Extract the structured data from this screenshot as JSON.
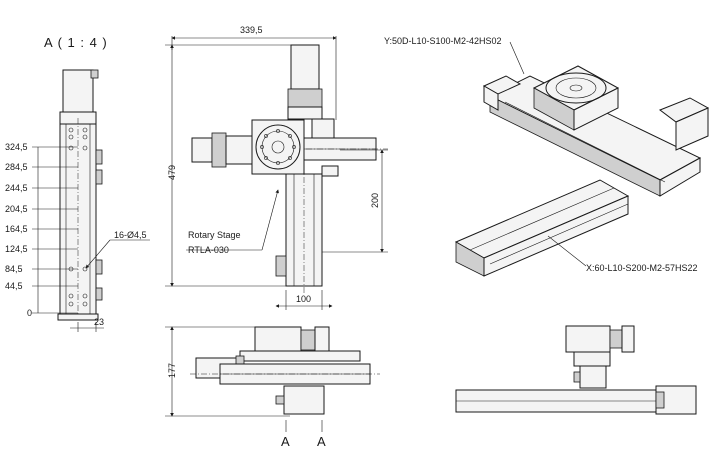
{
  "section_title": "A ( 1 : 4 )",
  "left_ticks": [
    "324,5",
    "284,5",
    "244,5",
    "204,5",
    "164,5",
    "124,5",
    "84,5",
    "44,5",
    "0"
  ],
  "left_hole_label": "16-Ø4,5",
  "left_width": "23",
  "front_width": "339,5",
  "front_height": "479",
  "front_stroke": "200",
  "front_base": "100",
  "rotary_label_line1": "Rotary Stage",
  "rotary_label_line2": "RTLA-030",
  "y_axis_label": "Y:50D-L10-S100-M2-42HS02",
  "x_axis_label": "X:60-L10-S200-M2-57HS22",
  "bottom_height": "177",
  "section_marker": "A"
}
